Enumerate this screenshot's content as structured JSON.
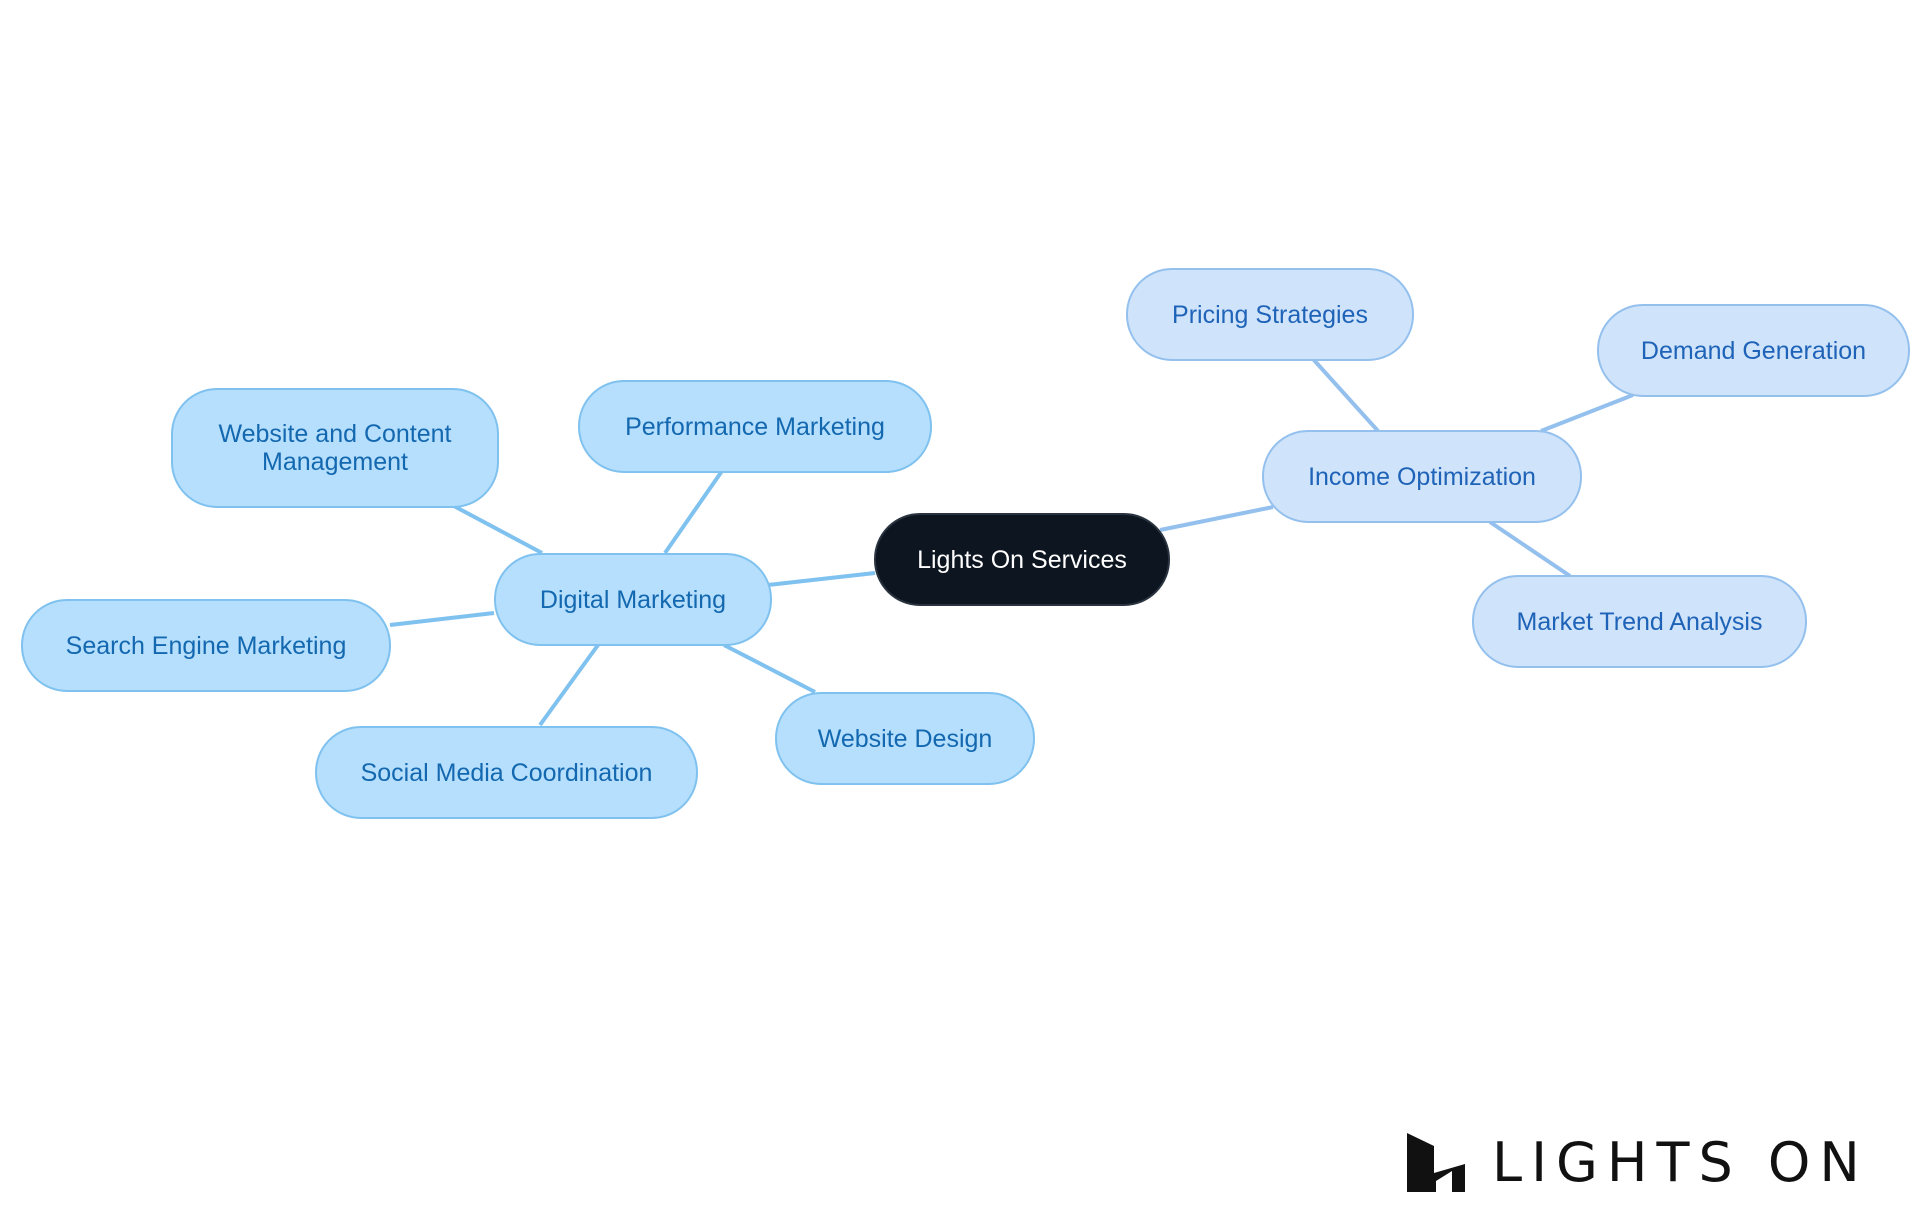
{
  "diagram": {
    "root": {
      "label": "Lights On Services"
    },
    "branches": [
      {
        "label": "Digital Marketing",
        "children": [
          "Website and Content Management",
          "Performance Marketing",
          "Search Engine Marketing",
          "Social Media Coordination",
          "Website Design"
        ]
      },
      {
        "label": "Income Optimization",
        "children": [
          "Pricing Strategies",
          "Demand Generation",
          "Market Trend Analysis"
        ]
      }
    ]
  },
  "logo": {
    "text": "LIGHTS ON"
  },
  "colors": {
    "root_fill": "#0d1520",
    "left_fill": "#b5dffc",
    "left_edge": "#7fc1ef",
    "left_text": "#1368b0",
    "right_fill": "#cfe3fa",
    "right_edge": "#94c0ee",
    "right_text": "#1e63b8"
  }
}
